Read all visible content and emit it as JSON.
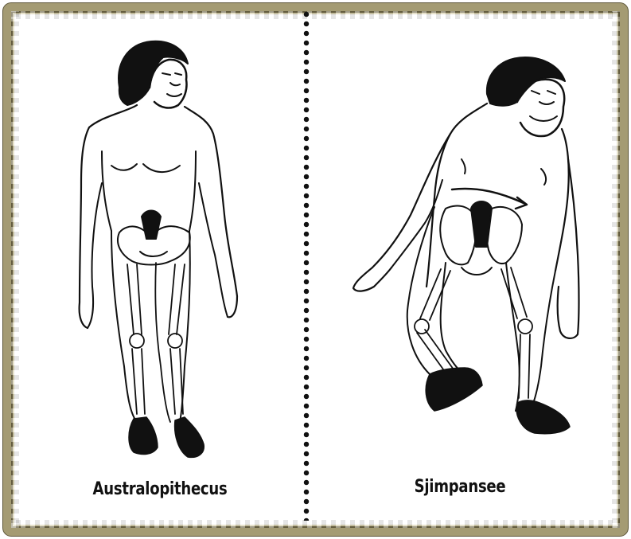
{
  "left_panel": {
    "caption": "Australopithecus"
  },
  "right_panel": {
    "caption": "Sjimpansee"
  },
  "colors": {
    "frame": "#a49b73",
    "ink": "#111111",
    "background": "#ffffff"
  },
  "icons": [
    "australopithecus-skeleton-figure",
    "chimpanzee-skeleton-figure",
    "arrow-icon"
  ]
}
